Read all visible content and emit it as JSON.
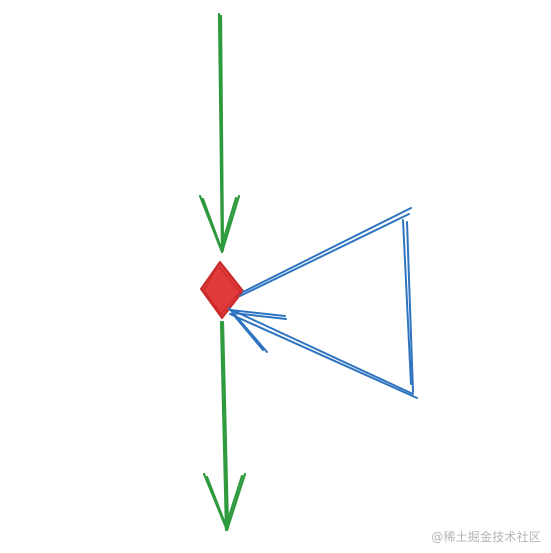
{
  "diagram": {
    "colors": {
      "flow_arrow": "#2e9a3e",
      "node": "#e03a3a",
      "node_stroke": "#c92a2a",
      "fan": "#2f74c0"
    },
    "elements": [
      {
        "kind": "arrow",
        "role": "incoming-flow",
        "direction": "down",
        "color": "flow_arrow"
      },
      {
        "kind": "node",
        "shape": "diamond",
        "style": "sketch-filled",
        "color": "node"
      },
      {
        "kind": "arrow",
        "role": "outgoing-flow",
        "direction": "down",
        "color": "flow_arrow"
      },
      {
        "kind": "open-triangle",
        "role": "side-fan",
        "opens": "right",
        "color": "fan"
      },
      {
        "kind": "short-arrow",
        "role": "fan-pointer",
        "points_to": "node",
        "color": "fan"
      }
    ]
  },
  "watermark": {
    "text": "@稀土掘金技术社区"
  }
}
